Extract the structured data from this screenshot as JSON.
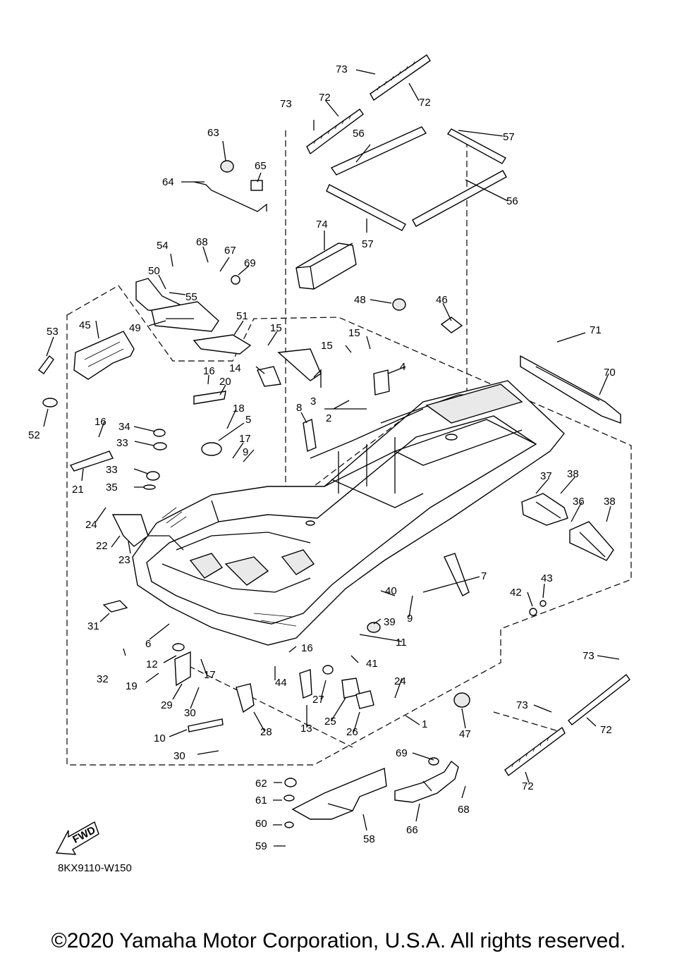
{
  "drawing_code": "8KX9110-W150",
  "fwd_label": "FWD",
  "copyright": "©2020 Yamaha Motor Corporation, U.S.A. All rights reserved.",
  "callouts": [
    "1",
    "2",
    "3",
    "4",
    "5",
    "6",
    "7",
    "8",
    "9",
    "9",
    "10",
    "11",
    "12",
    "13",
    "14",
    "15",
    "15",
    "15",
    "16",
    "16",
    "16",
    "17",
    "17",
    "18",
    "19",
    "20",
    "21",
    "22",
    "23",
    "24",
    "24",
    "25",
    "26",
    "27",
    "28",
    "29",
    "30",
    "30",
    "31",
    "32",
    "33",
    "33",
    "34",
    "35",
    "36",
    "37",
    "38",
    "38",
    "39",
    "40",
    "41",
    "42",
    "43",
    "44",
    "45",
    "46",
    "47",
    "48",
    "49",
    "50",
    "51",
    "52",
    "53",
    "54",
    "55",
    "56",
    "56",
    "57",
    "57",
    "58",
    "59",
    "60",
    "61",
    "62",
    "63",
    "64",
    "65",
    "66",
    "67",
    "68",
    "68",
    "69",
    "69",
    "70",
    "71",
    "72",
    "72",
    "72",
    "72",
    "73",
    "73",
    "73",
    "73",
    "74"
  ]
}
